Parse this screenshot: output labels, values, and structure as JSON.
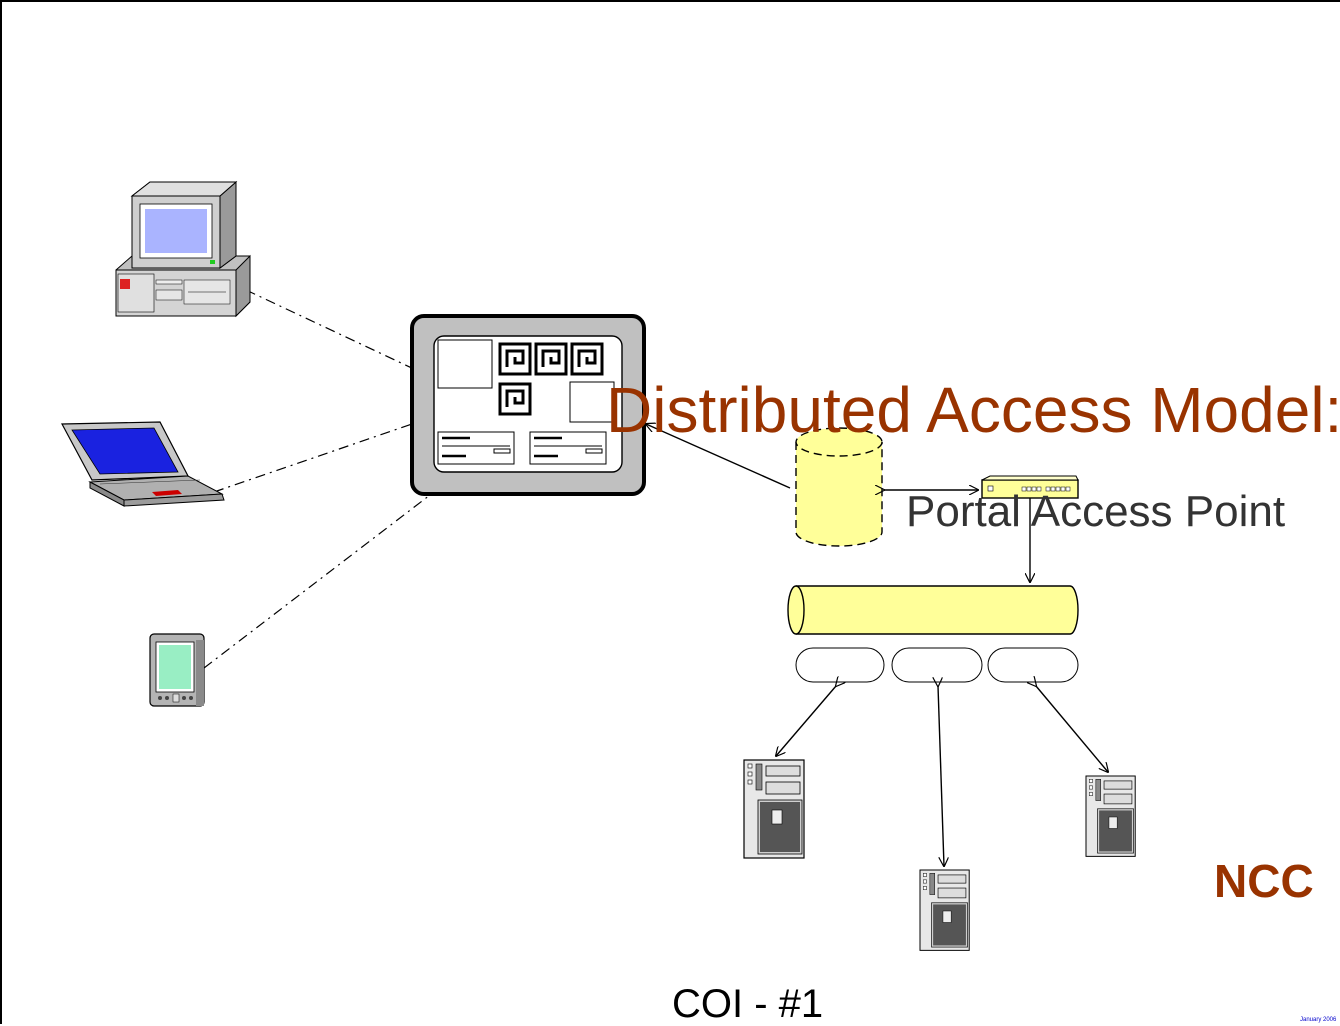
{
  "slide": {
    "title": "Distributed Access Model:",
    "subtitle": "Portal Access Point",
    "ncc_label": "NCC",
    "coi_label": "COI - #1",
    "date_label": "January 2006"
  },
  "colors": {
    "title": "#993300",
    "subtitle": "#333333",
    "bus": "#ffff99",
    "screen": "#0000ff",
    "border": "#000000"
  },
  "icons": [
    "desktop-computer-icon",
    "laptop-icon",
    "pda-icon",
    "portal-server-icon",
    "database-cylinder-icon",
    "network-switch-icon",
    "message-bus-icon",
    "tower-server-icon"
  ]
}
